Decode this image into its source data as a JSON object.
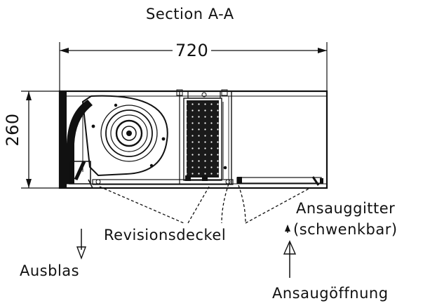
{
  "title": "Section A-A",
  "dimensions": {
    "width": "720",
    "height": "260"
  },
  "labels": {
    "revisionsdeckel": "Revisionsdeckel",
    "ansauggitter_line1": "Ansauggitter",
    "ansauggitter_line2": "(schwenkbar)",
    "ausblas": "Ausblas",
    "ansaugoeffnung": "Ansaugöffnung"
  }
}
